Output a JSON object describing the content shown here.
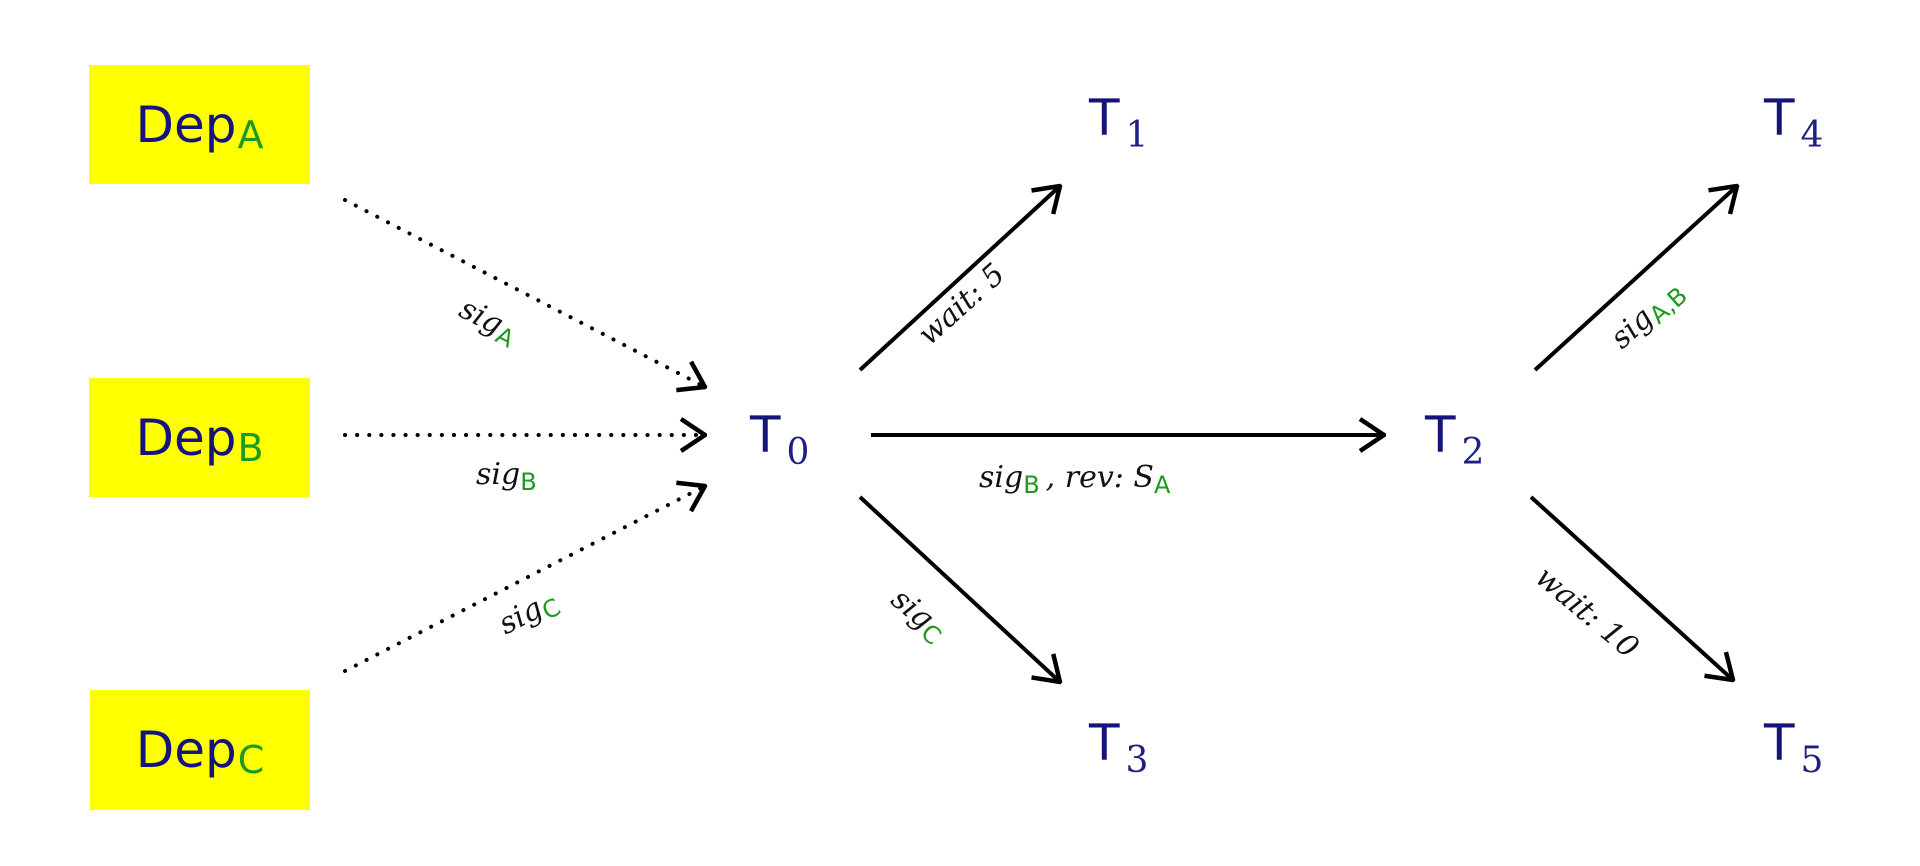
{
  "colors": {
    "dep_box_fill": "#FFFF00",
    "node_text": "#14147a",
    "subscript_green": "#1e9a1e",
    "edge_stroke": "#000000"
  },
  "dependencies": [
    {
      "id": "dep-a",
      "base": "Dep",
      "sub": "A"
    },
    {
      "id": "dep-b",
      "base": "Dep",
      "sub": "B"
    },
    {
      "id": "dep-c",
      "base": "Dep",
      "sub": "C"
    }
  ],
  "tasks": [
    {
      "id": "t0",
      "base": "T",
      "sub": "0"
    },
    {
      "id": "t1",
      "base": "T",
      "sub": "1"
    },
    {
      "id": "t2",
      "base": "T",
      "sub": "2"
    },
    {
      "id": "t3",
      "base": "T",
      "sub": "3"
    },
    {
      "id": "t4",
      "base": "T",
      "sub": "4"
    },
    {
      "id": "t5",
      "base": "T",
      "sub": "5"
    }
  ],
  "edges": [
    {
      "from": "Dep_A",
      "to": "T_0",
      "style": "dotted",
      "label": {
        "pre": "sig",
        "sub": "A",
        "post": ""
      }
    },
    {
      "from": "Dep_B",
      "to": "T_0",
      "style": "dotted",
      "label": {
        "pre": "sig",
        "sub": "B",
        "post": ""
      }
    },
    {
      "from": "Dep_C",
      "to": "T_0",
      "style": "dotted",
      "label": {
        "pre": "sig",
        "sub": "C",
        "post": ""
      }
    },
    {
      "from": "T_0",
      "to": "T_1",
      "style": "solid",
      "label": {
        "pre": "wait: 5",
        "sub": "",
        "post": ""
      }
    },
    {
      "from": "T_0",
      "to": "T_2",
      "style": "solid",
      "label": {
        "pre": "sig",
        "sub": "B",
        "mid": ", rev: S",
        "sub2": "A"
      }
    },
    {
      "from": "T_0",
      "to": "T_3",
      "style": "solid",
      "label": {
        "pre": "sig",
        "sub": "C",
        "post": ""
      }
    },
    {
      "from": "T_2",
      "to": "T_4",
      "style": "solid",
      "label": {
        "pre": "sig",
        "sub": "A,B",
        "post": ""
      }
    },
    {
      "from": "T_2",
      "to": "T_5",
      "style": "solid",
      "label": {
        "pre": "wait: 10",
        "sub": "",
        "post": ""
      }
    }
  ]
}
